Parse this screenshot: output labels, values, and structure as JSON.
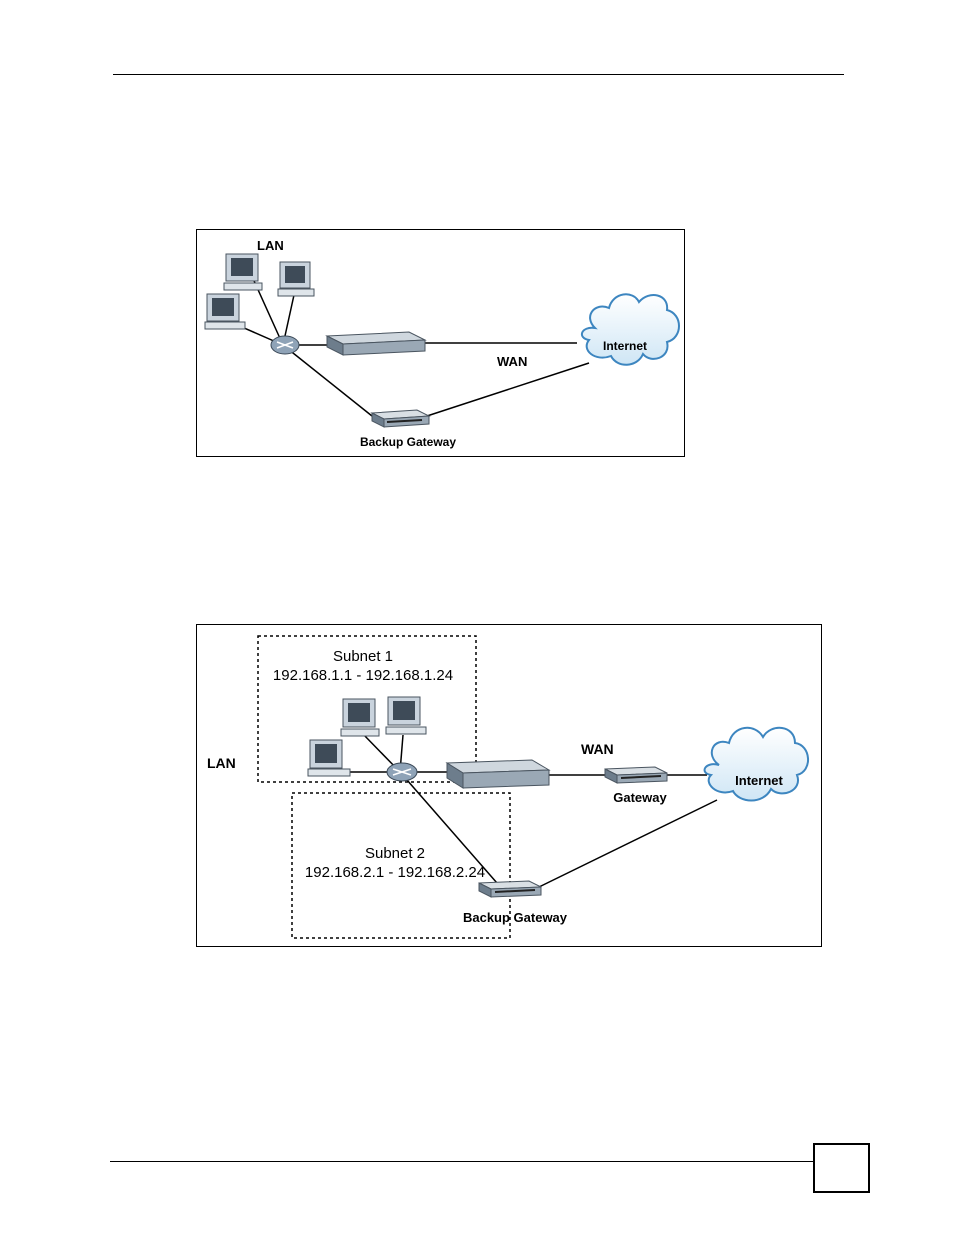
{
  "figure1": {
    "lan_label": "LAN",
    "wan_label": "WAN",
    "internet_label": "Internet",
    "backup_label": "Backup Gateway"
  },
  "figure2": {
    "lan_label": "LAN",
    "wan_label": "WAN",
    "internet_label": "Internet",
    "gateway_label": "Gateway",
    "backup_label": "Backup Gateway",
    "subnet1_title": "Subnet 1",
    "subnet1_range": "192.168.1.1 - 192.168.1.24",
    "subnet2_title": "Subnet 2",
    "subnet2_range": "192.168.2.1 - 192.168.2.24"
  },
  "footer": {
    "page_number": ""
  }
}
